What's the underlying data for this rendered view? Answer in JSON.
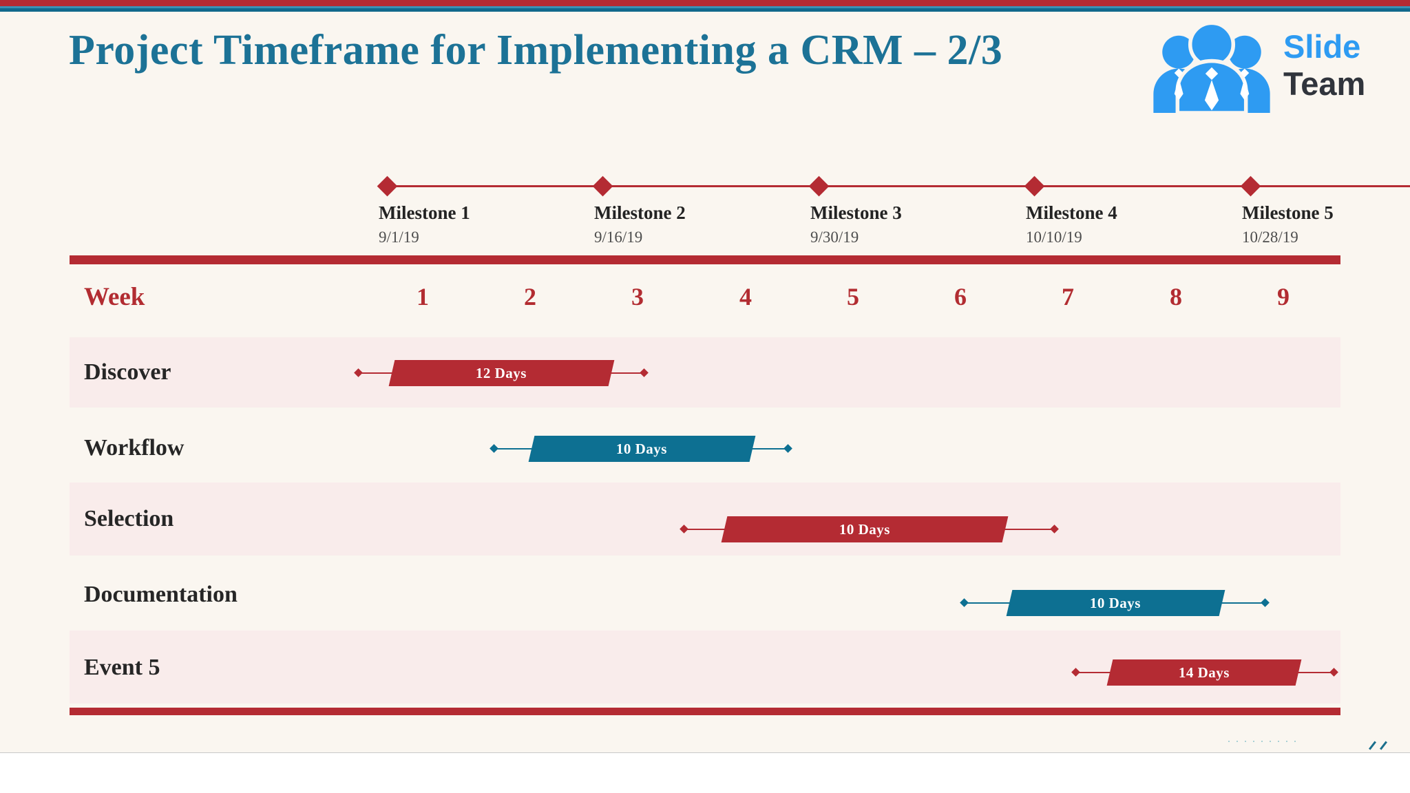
{
  "slide": {
    "title": "Project Timeframe for Implementing a CRM – 2/3",
    "watermark_dots": "·········"
  },
  "logo": {
    "word1": "Slide",
    "word2": "Team"
  },
  "timeline": {
    "milestones": [
      {
        "label": "Milestone 1",
        "date": "9/1/19"
      },
      {
        "label": "Milestone 2",
        "date": "9/16/19"
      },
      {
        "label": "Milestone 3",
        "date": "9/30/19"
      },
      {
        "label": "Milestone 4",
        "date": "10/10/19"
      },
      {
        "label": "Milestone 5",
        "date": "10/28/19"
      }
    ]
  },
  "week_axis": {
    "label": "Week",
    "numbers": [
      "1",
      "2",
      "3",
      "4",
      "5",
      "6",
      "7",
      "8",
      "9"
    ]
  },
  "tasks": [
    {
      "name": "Discover",
      "duration": "12 Days",
      "color": "red"
    },
    {
      "name": "Workflow",
      "duration": "10 Days",
      "color": "teal"
    },
    {
      "name": "Selection",
      "duration": "10 Days",
      "color": "red"
    },
    {
      "name": "Documentation",
      "duration": "10 Days",
      "color": "teal"
    },
    {
      "name": "Event 5",
      "duration": "14 Days",
      "color": "red"
    }
  ],
  "colors": {
    "accent_red": "#b42b33",
    "accent_teal": "#0d7092",
    "title_teal": "#1c7296",
    "band_pink": "#f9eceb",
    "background_cream": "#faf6f0",
    "logo_blue": "#2e9bf2"
  },
  "chart_data": {
    "type": "gantt",
    "title": "Project Timeframe for Implementing a CRM – 2/3",
    "x_axis": {
      "label": "Week",
      "ticks": [
        1,
        2,
        3,
        4,
        5,
        6,
        7,
        8,
        9
      ]
    },
    "milestones": [
      {
        "label": "Milestone 1",
        "date": "9/1/19",
        "week": 0.7
      },
      {
        "label": "Milestone 2",
        "date": "9/16/19",
        "week": 2.7
      },
      {
        "label": "Milestone 3",
        "date": "9/30/19",
        "week": 4.7
      },
      {
        "label": "Milestone 4",
        "date": "10/10/19",
        "week": 6.7
      },
      {
        "label": "Milestone 5",
        "date": "10/28/19",
        "week": 8.7
      }
    ],
    "tasks": [
      {
        "name": "Discover",
        "duration_days": 12,
        "duration_label": "12 Days",
        "start_week": 0.7,
        "end_week": 2.75,
        "color": "red"
      },
      {
        "name": "Workflow",
        "duration_days": 10,
        "duration_label": "10 Days",
        "start_week": 2.0,
        "end_week": 4.1,
        "color": "teal"
      },
      {
        "name": "Selection",
        "duration_days": 10,
        "duration_label": "10 Days",
        "start_week": 3.8,
        "end_week": 6.4,
        "color": "red"
      },
      {
        "name": "Documentation",
        "duration_days": 10,
        "duration_label": "10 Days",
        "start_week": 6.4,
        "end_week": 8.4,
        "color": "teal"
      },
      {
        "name": "Event 5",
        "duration_days": 14,
        "duration_label": "14 Days",
        "start_week": 7.4,
        "end_week": 9.1,
        "color": "red"
      }
    ],
    "legend": "none",
    "grid": "off",
    "row_shading": "alternating pink bands"
  }
}
